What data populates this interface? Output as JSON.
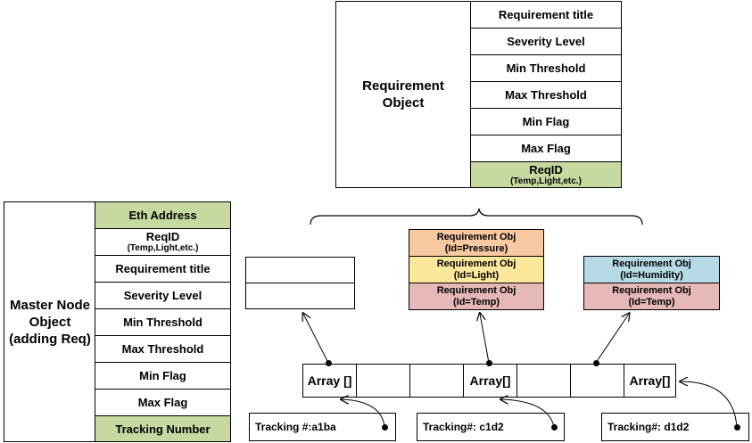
{
  "requirement_object": {
    "label": "Requirement Object",
    "fields": [
      "Requirement title",
      "Severity Level",
      "Min Threshold",
      "Max Threshold",
      "Min Flag",
      "Max Flag"
    ],
    "reqid_label": "ReqID",
    "reqid_sub": "(Temp,Light,etc.)"
  },
  "master_node": {
    "label": "Master Node Object (adding Req)",
    "eth_address": "Eth Address",
    "reqid_label": "ReqID",
    "reqid_sub": "(Temp,Light,etc.)",
    "fields": [
      "Requirement title",
      "Severity Level",
      "Min Threshold",
      "Max Threshold",
      "Min Flag",
      "Max Flag"
    ],
    "tracking_number": "Tracking Number"
  },
  "stack_middle": [
    {
      "line1": "Requirement Obj",
      "line2": "(Id=Pressure)",
      "color": "#f8c9a0"
    },
    {
      "line1": "Requirement Obj",
      "line2": "(Id=Light)",
      "color": "#fde79a"
    },
    {
      "line1": "Requirement Obj",
      "line2": "(Id=Temp)",
      "color": "#e6b8b7"
    }
  ],
  "stack_right": [
    {
      "line1": "Requirement Obj",
      "line2": "(Id=Humidity)",
      "color": "#b7dbe6"
    },
    {
      "line1": "Requirement Obj",
      "line2": "(Id=Temp)",
      "color": "#e6b8b7"
    }
  ],
  "array_cells": [
    "Array []",
    "",
    "",
    "Array[]",
    "",
    "",
    "Array[]"
  ],
  "tracking": [
    {
      "label": "Tracking #:a1ba"
    },
    {
      "label": "Tracking#: c1d2"
    },
    {
      "label": "Tracking#: d1d2"
    }
  ]
}
